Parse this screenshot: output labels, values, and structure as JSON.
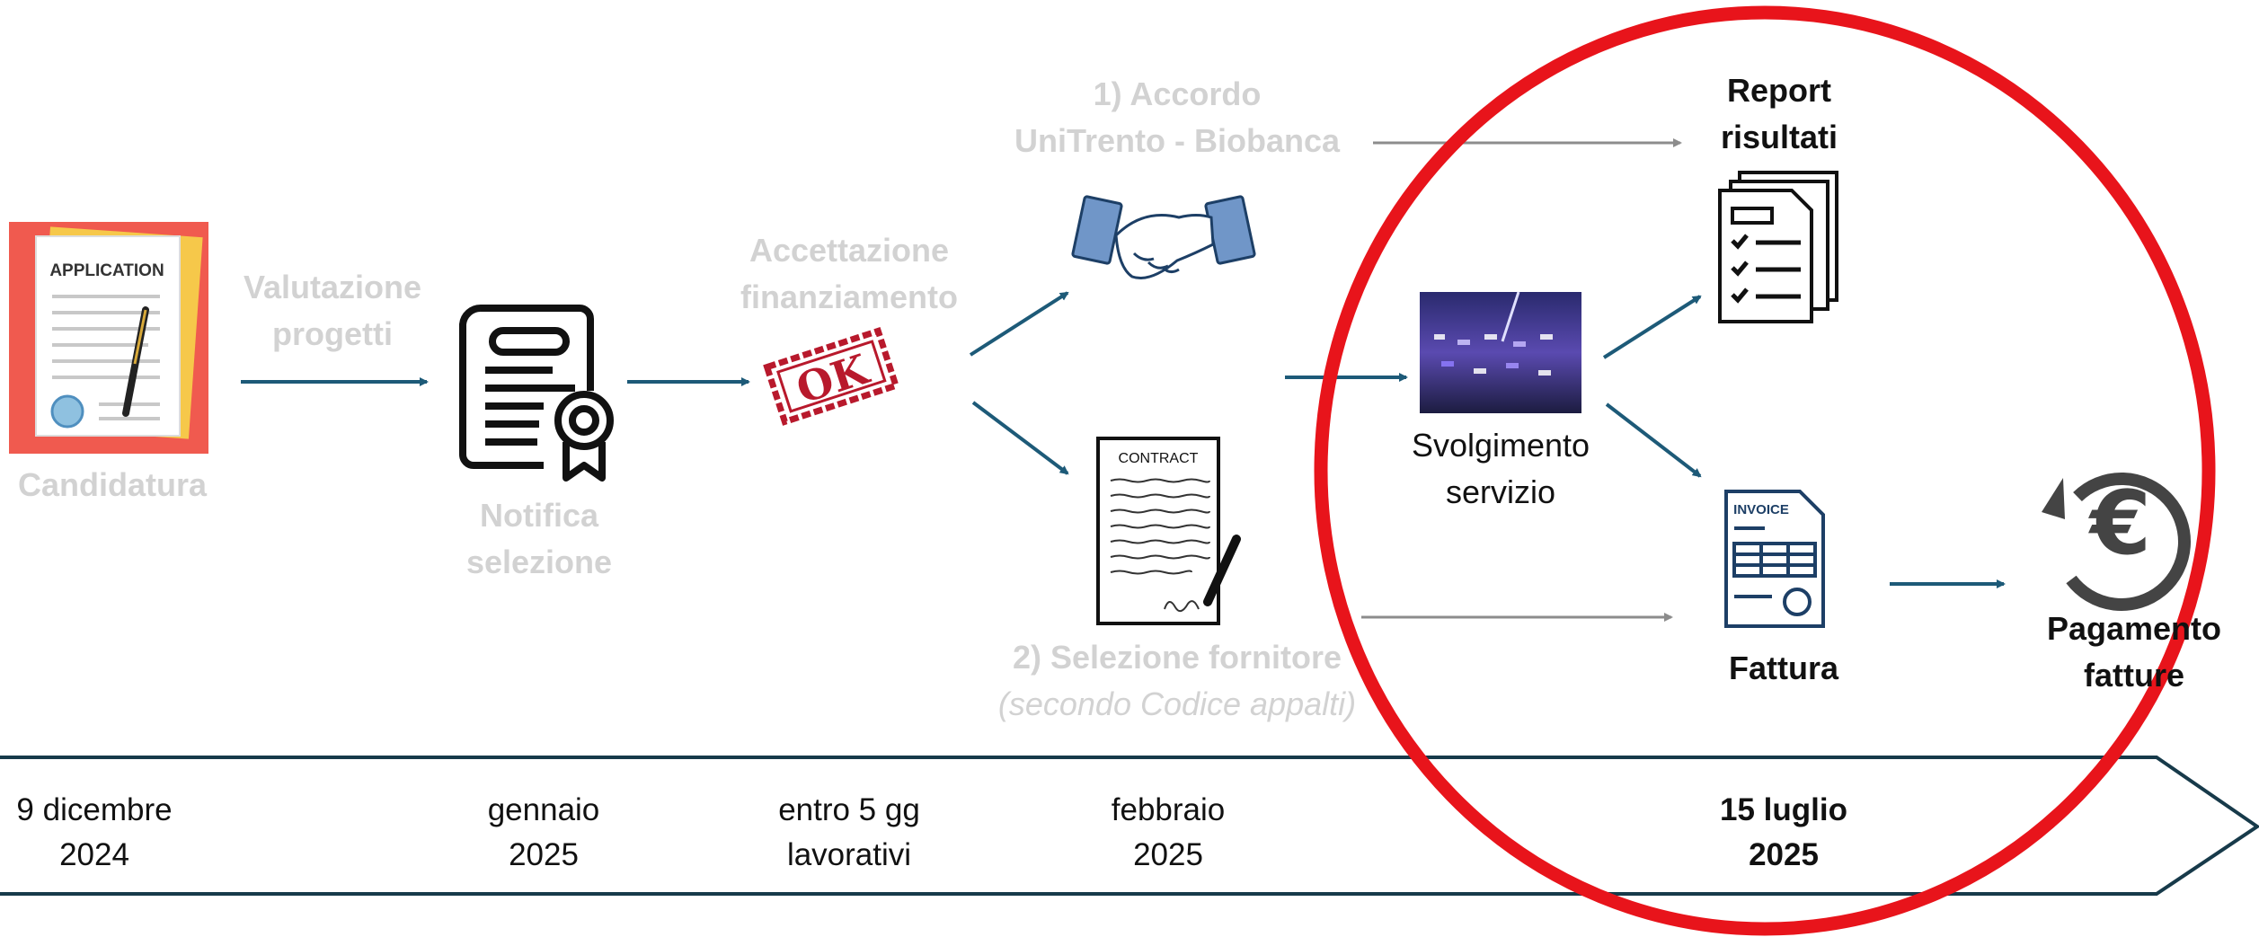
{
  "colors": {
    "arrow": "#1d5a78",
    "grey_arrow": "#8c8c8c",
    "faded_text": "#d2d2d2",
    "circle": "#e8141b",
    "timeline": "#173a4a"
  },
  "steps": {
    "candidatura": {
      "label": "Candidatura",
      "icon_text": "APPLICATION",
      "icon": "application-form-icon"
    },
    "valutazione": {
      "line1": "Valutazione",
      "line2": "progetti"
    },
    "notifica": {
      "line1": "Notifica",
      "line2": "selezione",
      "icon": "certificate-icon"
    },
    "accettazione": {
      "line1": "Accettazione",
      "line2": "finanziamento",
      "stamp": "OK",
      "icon": "ok-stamp-icon"
    },
    "accordo": {
      "line1": "1) Accordo",
      "line2": "UniTrento - Biobanca",
      "icon": "handshake-icon"
    },
    "selezione": {
      "line1": "2) Selezione fornitore",
      "line2": "(secondo Codice appalti)",
      "icon_text": "CONTRACT",
      "icon": "contract-icon"
    },
    "svolgimento": {
      "line1": "Svolgimento",
      "line2": "servizio",
      "icon": "lab-photo"
    },
    "report": {
      "line1": "Report",
      "line2": "risultati",
      "icon": "report-checklist-icon"
    },
    "fattura": {
      "label": "Fattura",
      "icon_text": "INVOICE",
      "icon": "invoice-icon"
    },
    "pagamento": {
      "line1": "Pagamento",
      "line2": "fatture",
      "icon_text": "€",
      "icon": "euro-refund-icon"
    }
  },
  "timeline": [
    {
      "line1": "9 dicembre",
      "line2": "2024",
      "bold": false
    },
    {
      "line1": "gennaio",
      "line2": "2025",
      "bold": false
    },
    {
      "line1": "entro 5 gg",
      "line2": "lavorativi",
      "bold": false
    },
    {
      "line1": "febbraio",
      "line2": "2025",
      "bold": false
    },
    {
      "line1": "15 luglio",
      "line2": "2025",
      "bold": true
    }
  ]
}
